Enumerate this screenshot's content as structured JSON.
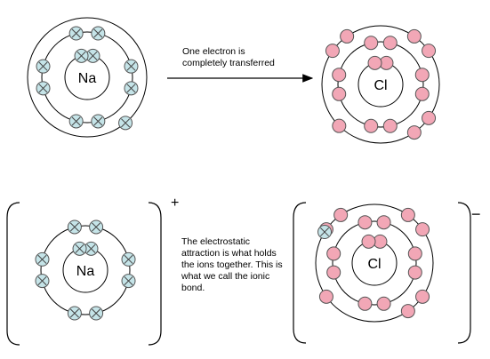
{
  "diagram": {
    "arrow_caption_line1": "One electron is",
    "arrow_caption_line2": "completely transferred",
    "bond_caption": "The electrostatic attraction is what holds the ions together. This is what we call the ionic bond.",
    "atoms": {
      "sodium_atom": {
        "symbol": "Na",
        "electrons_per_shell": [
          2,
          8,
          1
        ]
      },
      "chlorine_atom": {
        "symbol": "Cl",
        "electrons_per_shell": [
          2,
          8,
          7
        ]
      },
      "sodium_ion": {
        "symbol": "Na",
        "charge": "+",
        "electrons_per_shell": [
          2,
          8
        ]
      },
      "chloride_ion": {
        "symbol": "Cl",
        "charge": "−",
        "electrons_per_shell": [
          2,
          8,
          8
        ],
        "transferred_electrons": 1
      }
    },
    "colors": {
      "sodium_electron_fill": "#c5e4e8",
      "chlorine_electron_fill": "#f2a7b6",
      "electron_stroke": "#555555",
      "shell_stroke": "#000000"
    }
  }
}
